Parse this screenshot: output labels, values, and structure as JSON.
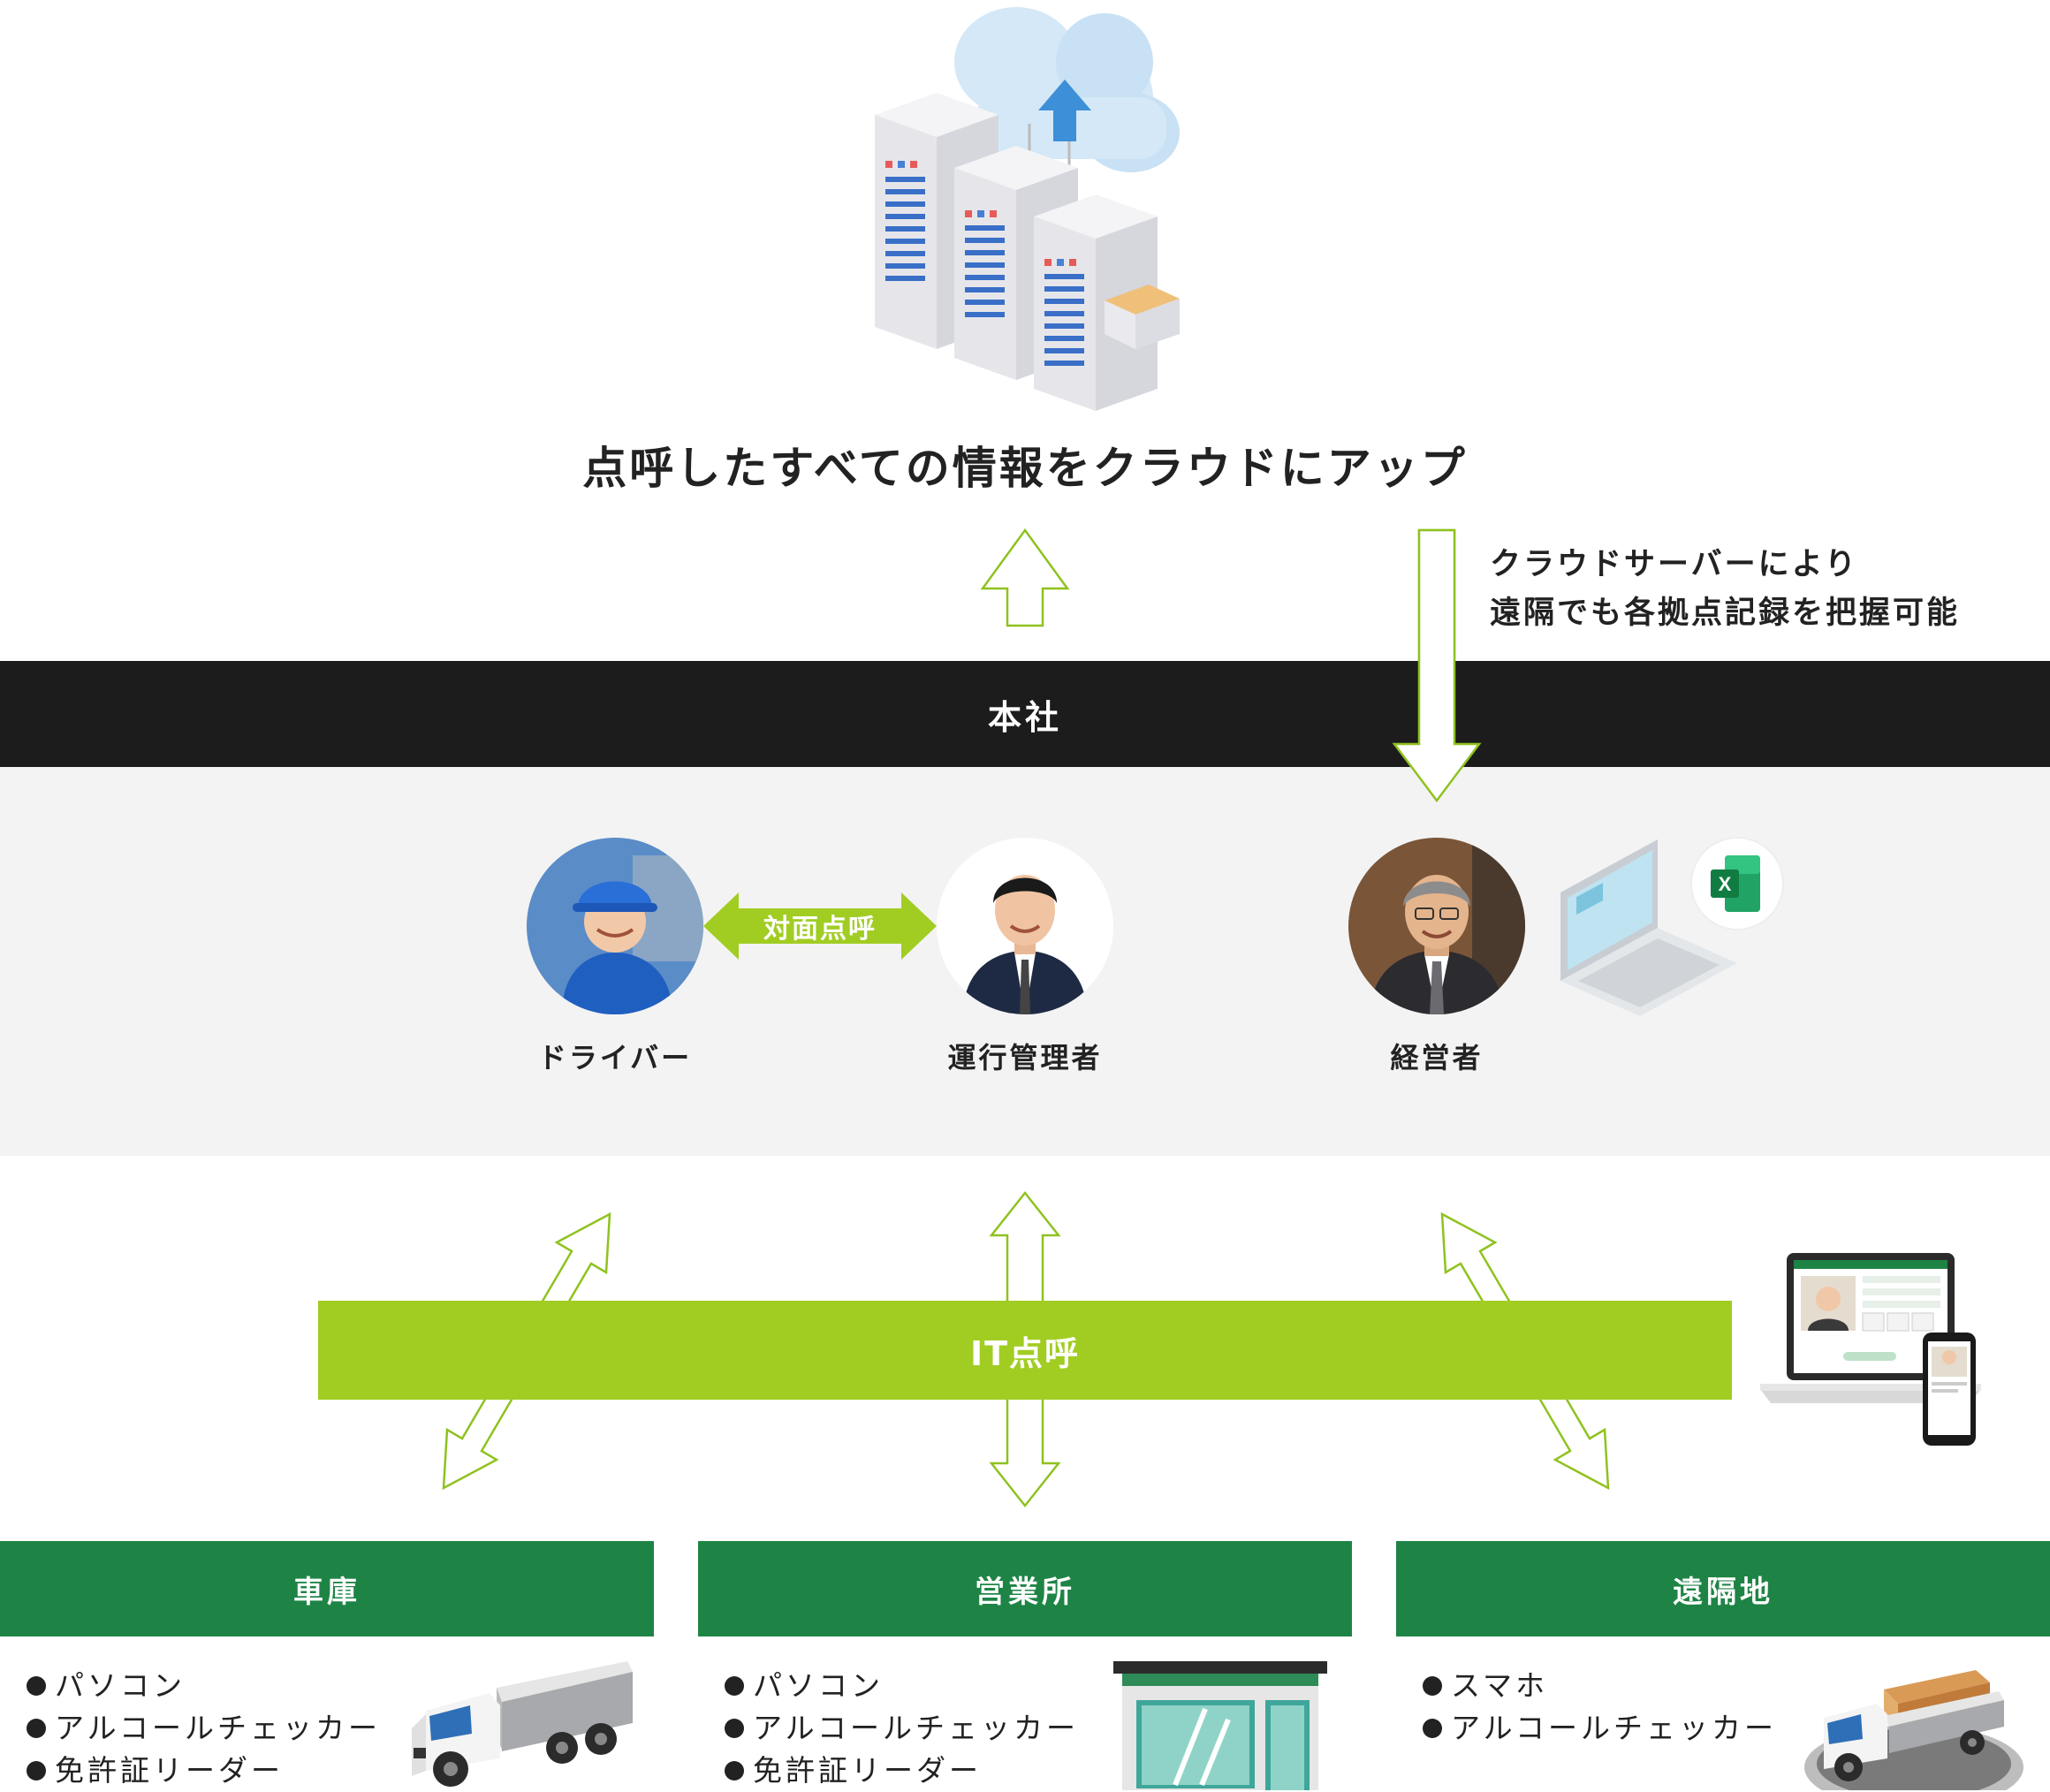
{
  "cloud": {
    "title": "点呼したすべての情報をクラウドにアップ",
    "note_line1": "クラウドサーバーにより",
    "note_line2": "遠隔でも各拠点記録を把握可能"
  },
  "hq": {
    "label": "本社",
    "people": {
      "driver": "ドライバー",
      "manager": "運行管理者",
      "executive": "経営者"
    },
    "face_to_face": "対面点呼",
    "excel_letter": "X"
  },
  "it_roll_call": {
    "label": "IT点呼"
  },
  "sites": [
    {
      "label": "車庫",
      "items": [
        "パソコン",
        "アルコールチェッカー",
        "免許証リーダー"
      ],
      "illustration": "truck-icon"
    },
    {
      "label": "営業所",
      "items": [
        "パソコン",
        "アルコールチェッカー",
        "免許証リーダー"
      ],
      "illustration": "office-building-icon"
    },
    {
      "label": "遠隔地",
      "items": [
        "スマホ",
        "アルコールチェッカー"
      ],
      "illustration": "loaded-truck-icon"
    }
  ],
  "colors": {
    "accent_green": "#a1cd23",
    "site_green": "#1e8445",
    "hq_dark": "#1c1c1c",
    "hq_area": "#f3f3f3",
    "arrow_outline": "#8fc21f"
  }
}
